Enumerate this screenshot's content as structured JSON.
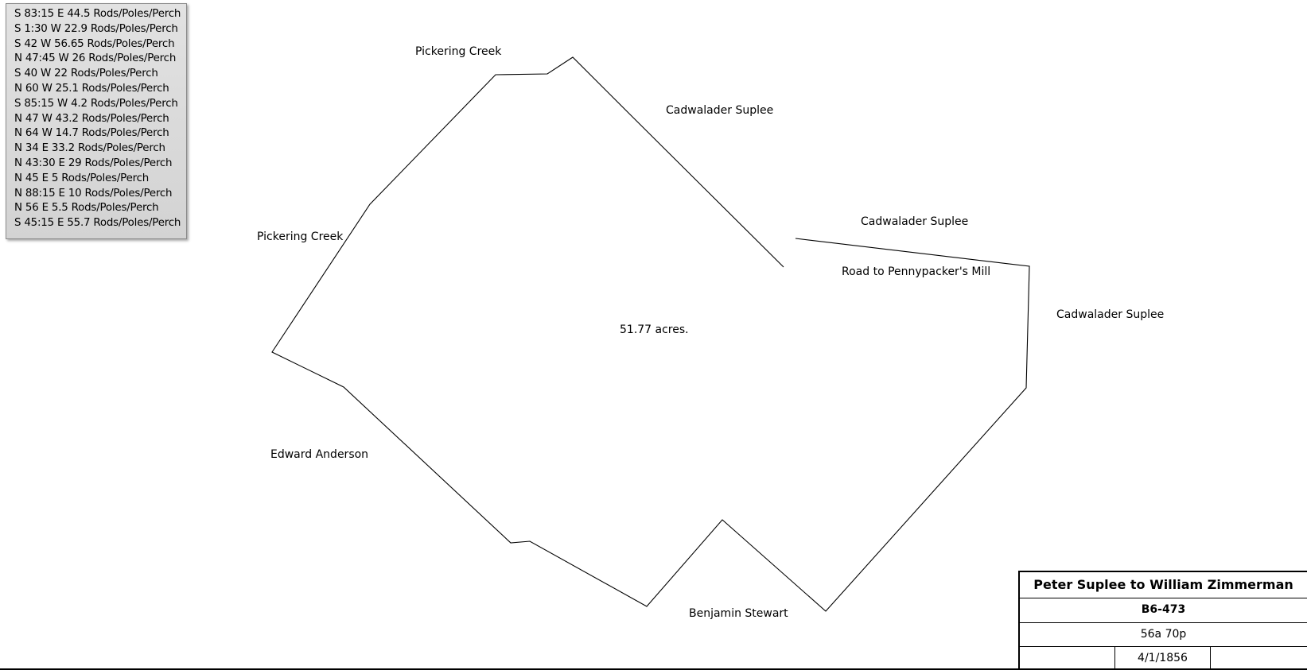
{
  "calls": [
    "S 83:15 E 44.5 Rods/Poles/Perch",
    "S 1:30 W 22.9 Rods/Poles/Perch",
    "S 42 W 56.65 Rods/Poles/Perch",
    "N 47:45 W 26 Rods/Poles/Perch",
    "S 40 W 22 Rods/Poles/Perch",
    "N 60 W 25.1 Rods/Poles/Perch",
    "S 85:15 W 4.2 Rods/Poles/Perch",
    "N 47 W 43.2 Rods/Poles/Perch",
    "N 64 W 14.7 Rods/Poles/Perch",
    "N 34 E 33.2 Rods/Poles/Perch",
    "N 43:30 E 29 Rods/Poles/Perch",
    "N 45 E 5 Rods/Poles/Perch",
    "N 88:15 E 10 Rods/Poles/Perch",
    "N 56 E 5.5 Rods/Poles/Perch",
    "S 45:15 E 55.7 Rods/Poles/Perch"
  ],
  "labels": {
    "pickering_creek_top": "Pickering Creek",
    "cadwalader_suplee_1": "Cadwalader Suplee",
    "cadwalader_suplee_2": "Cadwalader Suplee",
    "road": "Road to Pennypacker's Mill",
    "cadwalader_suplee_3": "Cadwalader Suplee",
    "pickering_creek_left": "Pickering Creek",
    "area": "51.77 acres.",
    "edward_anderson": "Edward Anderson",
    "benjamin_stewart": "Benjamin Stewart"
  },
  "title_block": {
    "title": "Peter Suplee to William Zimmerman",
    "deed_ref": "B6-473",
    "area": "56a 70p",
    "date": "4/1/1856"
  },
  "colors": {
    "line": "#000000",
    "panel": "#d8d8d8"
  }
}
